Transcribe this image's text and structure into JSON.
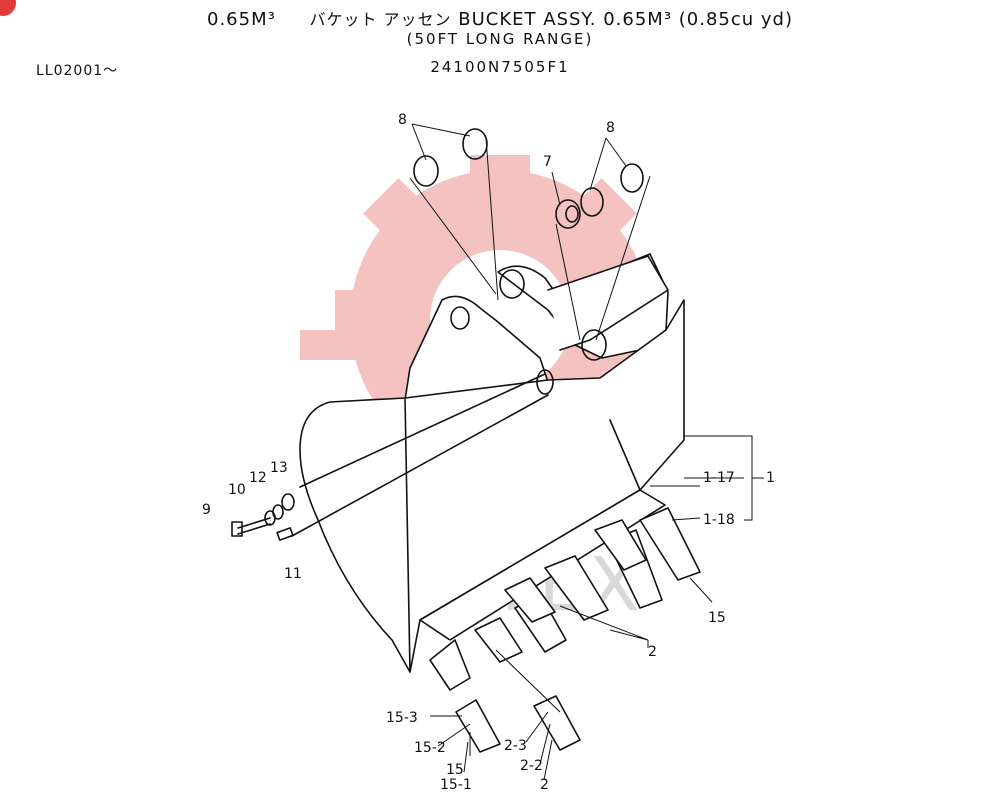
{
  "header": {
    "title_prefix": "0.65M³",
    "title_jp": "バケット アッセン",
    "title_en": "BUCKET ASSY. 0.65M³ (0.85cu yd)",
    "subtitle": "(50FT LONG RANGE)",
    "part_number": "24100N7505F1",
    "serial_range": "LL02001～"
  },
  "watermark": {
    "text": "ИНТЕХ",
    "color": "#f4b8b8"
  },
  "callouts": {
    "c8a": "8",
    "c8b": "8",
    "c7": "7",
    "c1_17": "1-17",
    "c1": "1",
    "c1_18": "1-18",
    "c9": "9",
    "c10": "10",
    "c12": "12",
    "c13": "13",
    "c11": "11",
    "c15": "15",
    "c2": "2",
    "c15_3": "15-3",
    "c15_2": "15-2",
    "c15b": "15",
    "c15_1": "15-1",
    "c2_3": "2-3",
    "c2_2": "2-2",
    "c2b": "2"
  }
}
